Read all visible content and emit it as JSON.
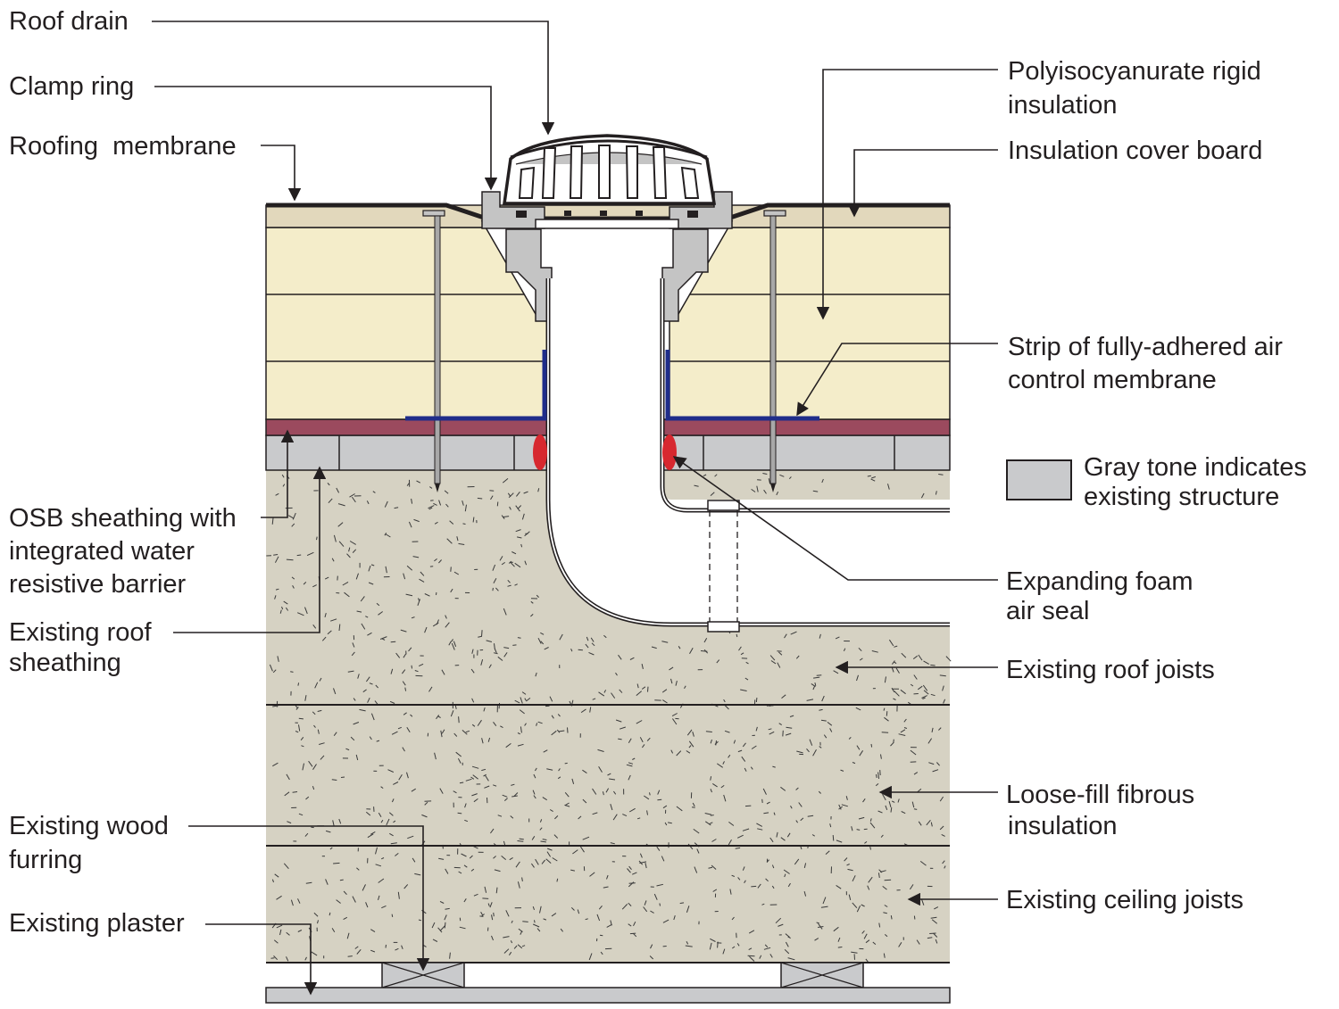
{
  "labels": {
    "roof_drain": "Roof drain",
    "clamp_ring": "Clamp ring",
    "roofing_membrane": "Roofing  membrane",
    "osb_line1": "OSB sheathing with",
    "osb_line2": "integrated water",
    "osb_line3": "resistive barrier",
    "existing_roof_sheathing_line1": "Existing roof",
    "existing_roof_sheathing_line2": "sheathing",
    "existing_wood_furring_line1": "Existing wood",
    "existing_wood_furring_line2": "furring",
    "existing_plaster": "Existing plaster",
    "polyiso_line1": "Polyisocyanurate rigid",
    "polyiso_line2": "insulation",
    "cover_board": "Insulation cover board",
    "air_strip_line1": "Strip of fully-adhered air",
    "air_strip_line2": "control membrane",
    "legend_line1": "Gray tone indicates",
    "legend_line2": "existing structure",
    "foam_line1": "Expanding foam",
    "foam_line2": "air seal",
    "roof_joists": "Existing roof joists",
    "loose_fill_line1": "Loose-fill fibrous",
    "loose_fill_line2": "insulation",
    "ceiling_joists": "Existing ceiling joists"
  },
  "colors": {
    "polyiso": "#f4edca",
    "cover_board": "#e2d8bc",
    "osb": "#9b4a5e",
    "existing_gray": "#c9cacc",
    "loose_fill": "#d6d2c3",
    "air_membrane": "#1f2d8a",
    "foam_seal": "#d7282f",
    "drain_metal": "#c4c4c4",
    "line": "#231f20"
  }
}
